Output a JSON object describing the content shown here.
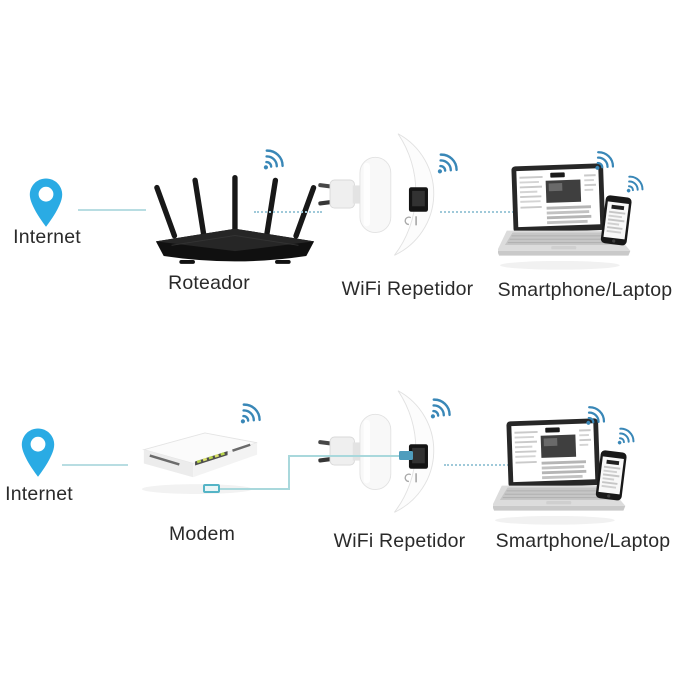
{
  "rows": [
    {
      "nodes": [
        {
          "id": "internet",
          "label": "Internet",
          "icon": "location-pin-icon"
        },
        {
          "id": "router",
          "label": "Roteador",
          "icon": "wireless-router-image",
          "signal": "wifi-signal-icon"
        },
        {
          "id": "repeater",
          "label": "WiFi Repetidor",
          "icon": "wifi-repeater-image",
          "signal": "wifi-signal-icon"
        },
        {
          "id": "clients",
          "label": "Smartphone/Laptop",
          "icon": "laptop-smartphone-image",
          "signals": [
            "wifi-signal-icon",
            "wifi-signal-icon"
          ]
        }
      ],
      "links": [
        {
          "from": "internet",
          "to": "router",
          "style": "solid-line"
        },
        {
          "from": "router",
          "to": "repeater",
          "style": "dotted-wireless"
        },
        {
          "from": "repeater",
          "to": "clients",
          "style": "dotted-wireless"
        }
      ]
    },
    {
      "nodes": [
        {
          "id": "internet",
          "label": "Internet",
          "icon": "location-pin-icon"
        },
        {
          "id": "modem",
          "label": "Modem",
          "icon": "modem-image",
          "signal": "wifi-signal-icon"
        },
        {
          "id": "repeater",
          "label": "WiFi Repetidor",
          "icon": "wifi-repeater-image",
          "signal": "wifi-signal-icon"
        },
        {
          "id": "clients",
          "label": "Smartphone/Laptop",
          "icon": "laptop-smartphone-image",
          "signals": [
            "wifi-signal-icon",
            "wifi-signal-icon"
          ]
        }
      ],
      "links": [
        {
          "from": "internet",
          "to": "modem",
          "style": "solid-line"
        },
        {
          "from": "modem",
          "to": "repeater",
          "style": "ethernet-cable"
        },
        {
          "from": "repeater",
          "to": "clients",
          "style": "dotted-wireless"
        }
      ]
    }
  ],
  "colors": {
    "background": "#ffffff",
    "pin_blue": "#2aabe4",
    "wifi_icon_blue": "#3987b7",
    "solid_link": "#b8dde2",
    "dotted_link": "#9fc9d9",
    "ethernet_cable": "#a9d8dc",
    "cable_connector": "#4f9dbd",
    "led_green": "#b7d44a",
    "label_text": "#2a2a2a"
  }
}
